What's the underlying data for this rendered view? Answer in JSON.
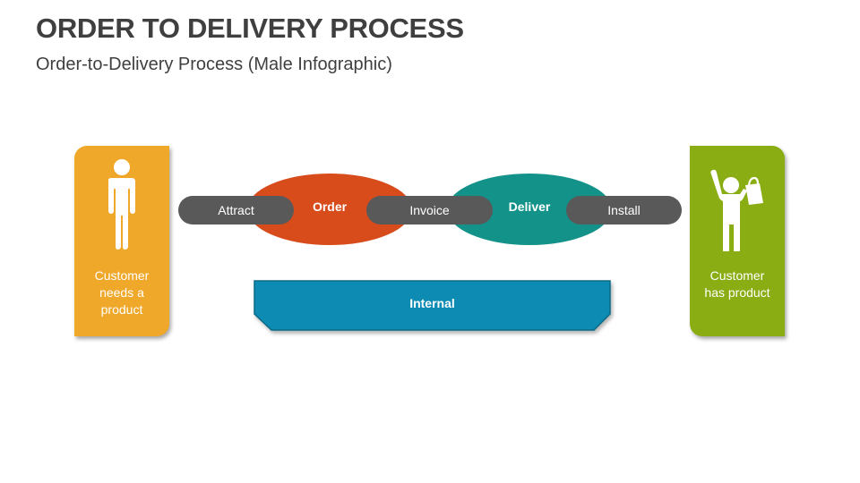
{
  "header": {
    "title": "ORDER TO DELIVERY PROCESS",
    "subtitle": "Order-to-Delivery Process (Male Infographic)"
  },
  "start_card": {
    "label": "Customer\nneeds a\nproduct",
    "icon": "person-standing-icon",
    "color": "#efa82a"
  },
  "end_card": {
    "label": "Customer\nhas product",
    "icon": "person-with-shopping-bag-icon",
    "color": "#8bad14"
  },
  "stages": [
    {
      "label": "Order",
      "color": "#d84c1c"
    },
    {
      "label": "Deliver",
      "color": "#13928a"
    }
  ],
  "steps": [
    {
      "label": "Attract"
    },
    {
      "label": "Invoice"
    },
    {
      "label": "Install"
    }
  ],
  "steps_color": "#595959",
  "internal_banner": {
    "label": "Internal",
    "color": "#0e8bb3"
  }
}
